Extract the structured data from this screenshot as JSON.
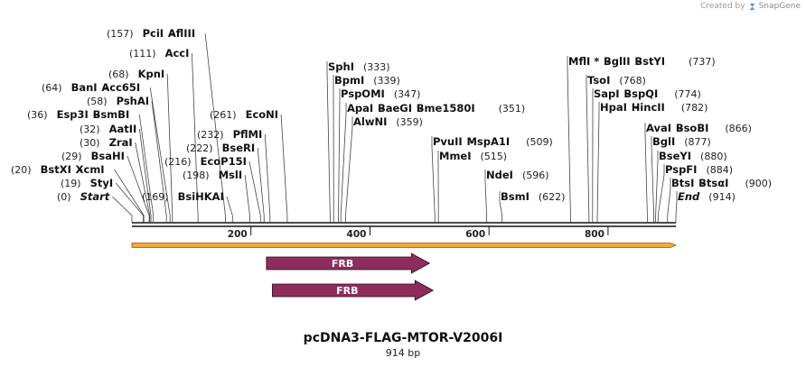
{
  "credit": {
    "prefix": "Created by",
    "brand": "SnapGene"
  },
  "plasmid": {
    "name": "pcDNA3-FLAG-MTOR-V2006I",
    "length_label": "914 bp",
    "length": 914
  },
  "ruler": {
    "ticks": [
      200,
      400,
      600,
      800
    ]
  },
  "colors": {
    "backbone": "#111111",
    "orf_fill": "#f2a93b",
    "orf_stroke": "#8a5a12",
    "frb": "#8e2d5c"
  },
  "sites": [
    {
      "name": "Start",
      "pos": 0,
      "pos_label": "(0)",
      "italic": true
    },
    {
      "name": "StyI",
      "pos": 19,
      "pos_label": "(19)"
    },
    {
      "name": "BstXI",
      "name2": "XcmI",
      "pos": 20,
      "pos_label": "(20)"
    },
    {
      "name": "BsaHI",
      "pos": 29,
      "pos_label": "(29)"
    },
    {
      "name": "ZraI",
      "pos": 30,
      "pos_label": "(30)"
    },
    {
      "name": "AatII",
      "pos": 32,
      "pos_label": "(32)"
    },
    {
      "name": "Esp3I",
      "name2": "BsmBI",
      "pos": 36,
      "pos_label": "(36)"
    },
    {
      "name": "PshAI",
      "pos": 58,
      "pos_label": "(58)"
    },
    {
      "name": "BanI",
      "name2": "Acc65I",
      "pos": 64,
      "pos_label": "(64)"
    },
    {
      "name": "KpnI",
      "pos": 68,
      "pos_label": "(68)"
    },
    {
      "name": "AccI",
      "pos": 111,
      "pos_label": "(111)"
    },
    {
      "name": "PciI",
      "name2": "AflIII",
      "pos": 157,
      "pos_label": "(157)"
    },
    {
      "name": "BsiHKAI",
      "pos": 169,
      "pos_label": "(169)"
    },
    {
      "name": "MslI",
      "pos": 198,
      "pos_label": "(198)"
    },
    {
      "name": "EcoP15I",
      "pos": 216,
      "pos_label": "(216)"
    },
    {
      "name": "BseRI",
      "pos": 222,
      "pos_label": "(222)"
    },
    {
      "name": "PflMI",
      "pos": 232,
      "pos_label": "(232)"
    },
    {
      "name": "EcoNI",
      "pos": 261,
      "pos_label": "(261)"
    },
    {
      "name": "SphI",
      "pos": 333,
      "pos_label": "(333)"
    },
    {
      "name": "BpmI",
      "pos": 339,
      "pos_label": "(339)"
    },
    {
      "name": "PspOMI",
      "pos": 347,
      "pos_label": "(347)"
    },
    {
      "name": "ApaI",
      "name2": "BaeGI",
      "name3": "Bme1580I",
      "pos": 351,
      "pos_label": "(351)"
    },
    {
      "name": "AlwNI",
      "pos": 359,
      "pos_label": "(359)"
    },
    {
      "name": "PvuII",
      "name2": "MspA1I",
      "pos": 509,
      "pos_label": "(509)"
    },
    {
      "name": "MmeI",
      "pos": 515,
      "pos_label": "(515)"
    },
    {
      "name": "NdeI",
      "pos": 596,
      "pos_label": "(596)"
    },
    {
      "name": "BsmI",
      "pos": 622,
      "pos_label": "(622)"
    },
    {
      "name": "MflI *",
      "name2": "BglII",
      "name3": "BstYI",
      "pos": 737,
      "pos_label": "(737)"
    },
    {
      "name": "TsoI",
      "pos": 768,
      "pos_label": "(768)"
    },
    {
      "name": "SapI",
      "name2": "BspQI",
      "pos": 774,
      "pos_label": "(774)"
    },
    {
      "name": "HpaI",
      "name2": "HincII",
      "pos": 782,
      "pos_label": "(782)"
    },
    {
      "name": "AvaI",
      "name2": "BsoBI",
      "pos": 866,
      "pos_label": "(866)"
    },
    {
      "name": "BglI",
      "pos": 877,
      "pos_label": "(877)"
    },
    {
      "name": "BseYI",
      "pos": 880,
      "pos_label": "(880)"
    },
    {
      "name": "PspFI",
      "pos": 884,
      "pos_label": "(884)"
    },
    {
      "name": "BtsI",
      "name2": "BtsαI",
      "pos": 900,
      "pos_label": "(900)"
    },
    {
      "name": "End",
      "pos": 914,
      "pos_label": "(914)",
      "italic": true
    }
  ],
  "features": [
    {
      "name": "FRB",
      "start": 226,
      "end": 500,
      "row": 0
    },
    {
      "name": "FRB",
      "start": 236,
      "end": 506,
      "row": 1
    }
  ]
}
